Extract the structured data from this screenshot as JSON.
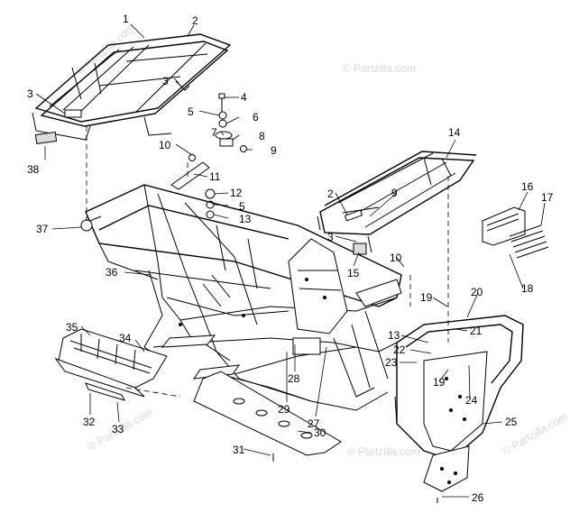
{
  "watermarks": [
    "© Partzilla.com",
    "© Partzilla.com",
    "© Partzilla.com",
    "© Partzilla.com",
    "© Partzilla.com"
  ],
  "callouts": [
    "1",
    "2",
    "3",
    "3",
    "4",
    "5",
    "6",
    "7",
    "8",
    "9",
    "10",
    "11",
    "12",
    "5",
    "13",
    "38",
    "37",
    "36",
    "2",
    "9",
    "3",
    "14",
    "15",
    "16",
    "17",
    "18",
    "10",
    "19",
    "20",
    "21",
    "13",
    "22",
    "23",
    "19",
    "24",
    "25",
    "35",
    "34",
    "28",
    "29",
    "27",
    "32",
    "33",
    "30",
    "31",
    "26"
  ]
}
